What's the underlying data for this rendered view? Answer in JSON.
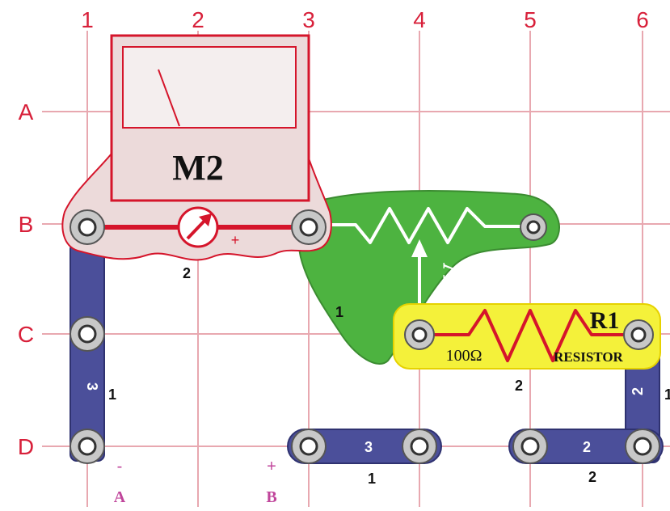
{
  "grid": {
    "columns": [
      "1",
      "2",
      "3",
      "4",
      "5",
      "6"
    ],
    "rows": [
      "A",
      "B",
      "C",
      "D"
    ]
  },
  "meter": {
    "label": "M2",
    "plus_mark": "+",
    "level_number": "2"
  },
  "potentiometer": {
    "label": "RV",
    "level_number": "1"
  },
  "resistor": {
    "label": "R1",
    "value": "100Ω",
    "name": "RESISTOR",
    "level_number": "2"
  },
  "wires": {
    "left_vertical": {
      "number": "3",
      "level_number": "1"
    },
    "bottom_long": {
      "number": "3",
      "level_number": "1"
    },
    "bottom_short": {
      "number": "2",
      "level_number": "2"
    },
    "right_vertical": {
      "number": "2",
      "level_number": "1"
    }
  },
  "terminals": {
    "a": {
      "polarity": "-",
      "letter": "A"
    },
    "b": {
      "polarity": "+",
      "letter": "B"
    }
  },
  "colors": {
    "grid": "#e8a8b0",
    "grid_label": "#d8203a",
    "wire": "#4b4f9a",
    "wire_dark": "#2f3270",
    "pot": "#4db340",
    "resistor_body": "#f4f13a",
    "meter_body": "#ecdada",
    "red": "#d5152b",
    "terminal_label": "#c0459b"
  }
}
